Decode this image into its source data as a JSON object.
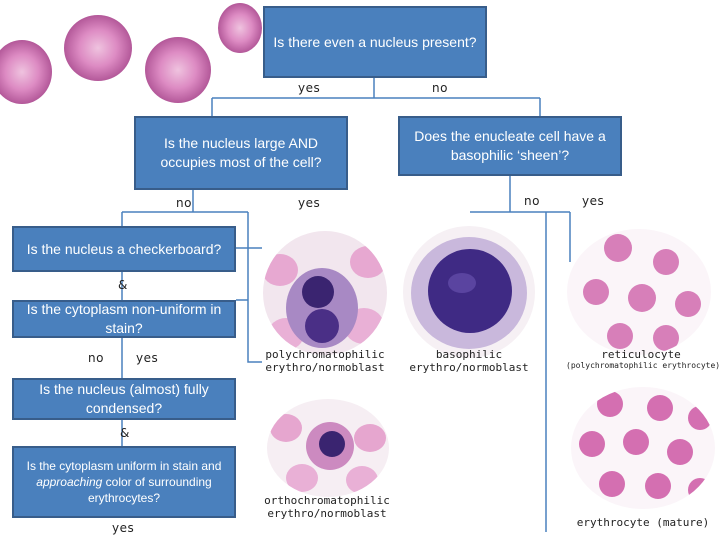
{
  "questions": {
    "q1": "Is there even a nucleus present?",
    "q2": "Is the nucleus large AND occupies most of the cell?",
    "q3": "Does the enucleate cell have a basophilic ‘sheen’?",
    "q4": "Is the nucleus a checkerboard?",
    "q5": "Is the cytoplasm non-uniform in stain?",
    "q6": "Is the nucleus (almost) fully condensed?",
    "q7_pre": "Is the cytoplasm uniform in stain and ",
    "q7_em": "approaching",
    "q7_post": " color of surrounding erythrocytes?"
  },
  "answers": {
    "q1_yes": "yes",
    "q1_no": "no",
    "q2_no": "no",
    "q2_yes": "yes",
    "q3_no": "no",
    "q3_yes": "yes",
    "amp1": "&",
    "q5_no": "no",
    "q5_yes": "yes",
    "amp2": "&",
    "q7_yes": "yes"
  },
  "captions": {
    "polychromatophilic_1": "polychromatophilic",
    "polychromatophilic_2": "erythro/normoblast",
    "basophilic_1": "basophilic",
    "basophilic_2": "erythro/normoblast",
    "reticulocyte_1": "reticulocyte",
    "reticulocyte_2": "(polychromatophilic erythrocyte)",
    "orthochromatophilic_1": "orthochromatophilic",
    "orthochromatophilic_2": "erythro/normoblast",
    "erythrocyte": "erythrocyte (mature)"
  },
  "colors": {
    "box_fill": "#4a80bd",
    "box_border": "#385d8a",
    "line": "#4a80bd",
    "rbc": "#d77fb9"
  }
}
